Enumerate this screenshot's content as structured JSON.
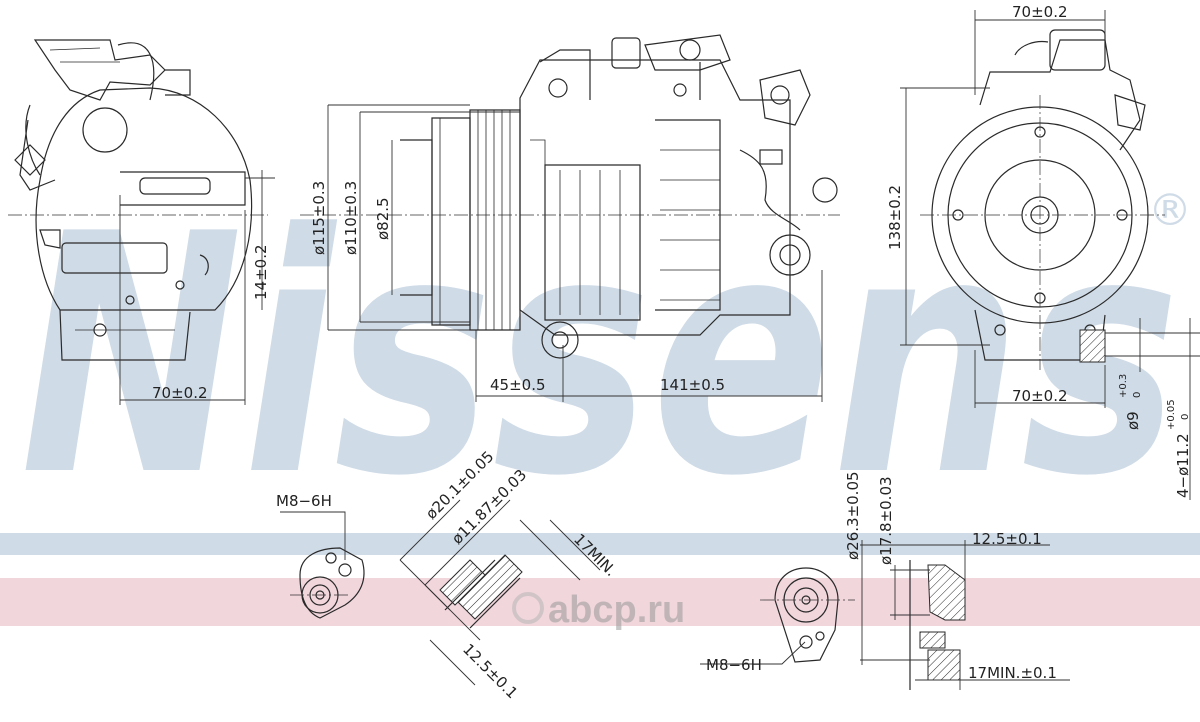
{
  "watermark": {
    "brand": "Nissens",
    "registered": "®",
    "logo_text": "abcp.ru"
  },
  "colors": {
    "watermark_blue": "#cfdbe7",
    "watermark_pink": "#f1d6dc",
    "line": "#2a2a2a"
  },
  "dims": {
    "left_width": "70±0.2",
    "left_height": "14±0.2",
    "d115": "ø115±0.3",
    "d110": "ø110±0.3",
    "d825": "ø82.5",
    "len45": "45±0.5",
    "len141": "141±0.5",
    "right_top_width": "70±0.2",
    "right_height": "138±0.2",
    "right_bottom_width": "70±0.2",
    "hole9": "ø9",
    "hole9_tol_top": "+0.3",
    "hole9_tol_bot": "0",
    "holes4": "4−ø11.2",
    "holes4_tol_top": "+0.05",
    "holes4_tol_bot": "0",
    "m8_left": "M8−6H",
    "d201": "ø20.1±0.05",
    "d1187": "ø11.87±0.03",
    "min17_left": "17MIN.",
    "len125_left": "12.5±0.1",
    "d263": "ø26.3±0.05",
    "d178": "ø17.8±0.03",
    "len125_right": "12.5±0.1",
    "m8_right": "M8−6H",
    "min17_right": "17MIN.±0.1"
  }
}
